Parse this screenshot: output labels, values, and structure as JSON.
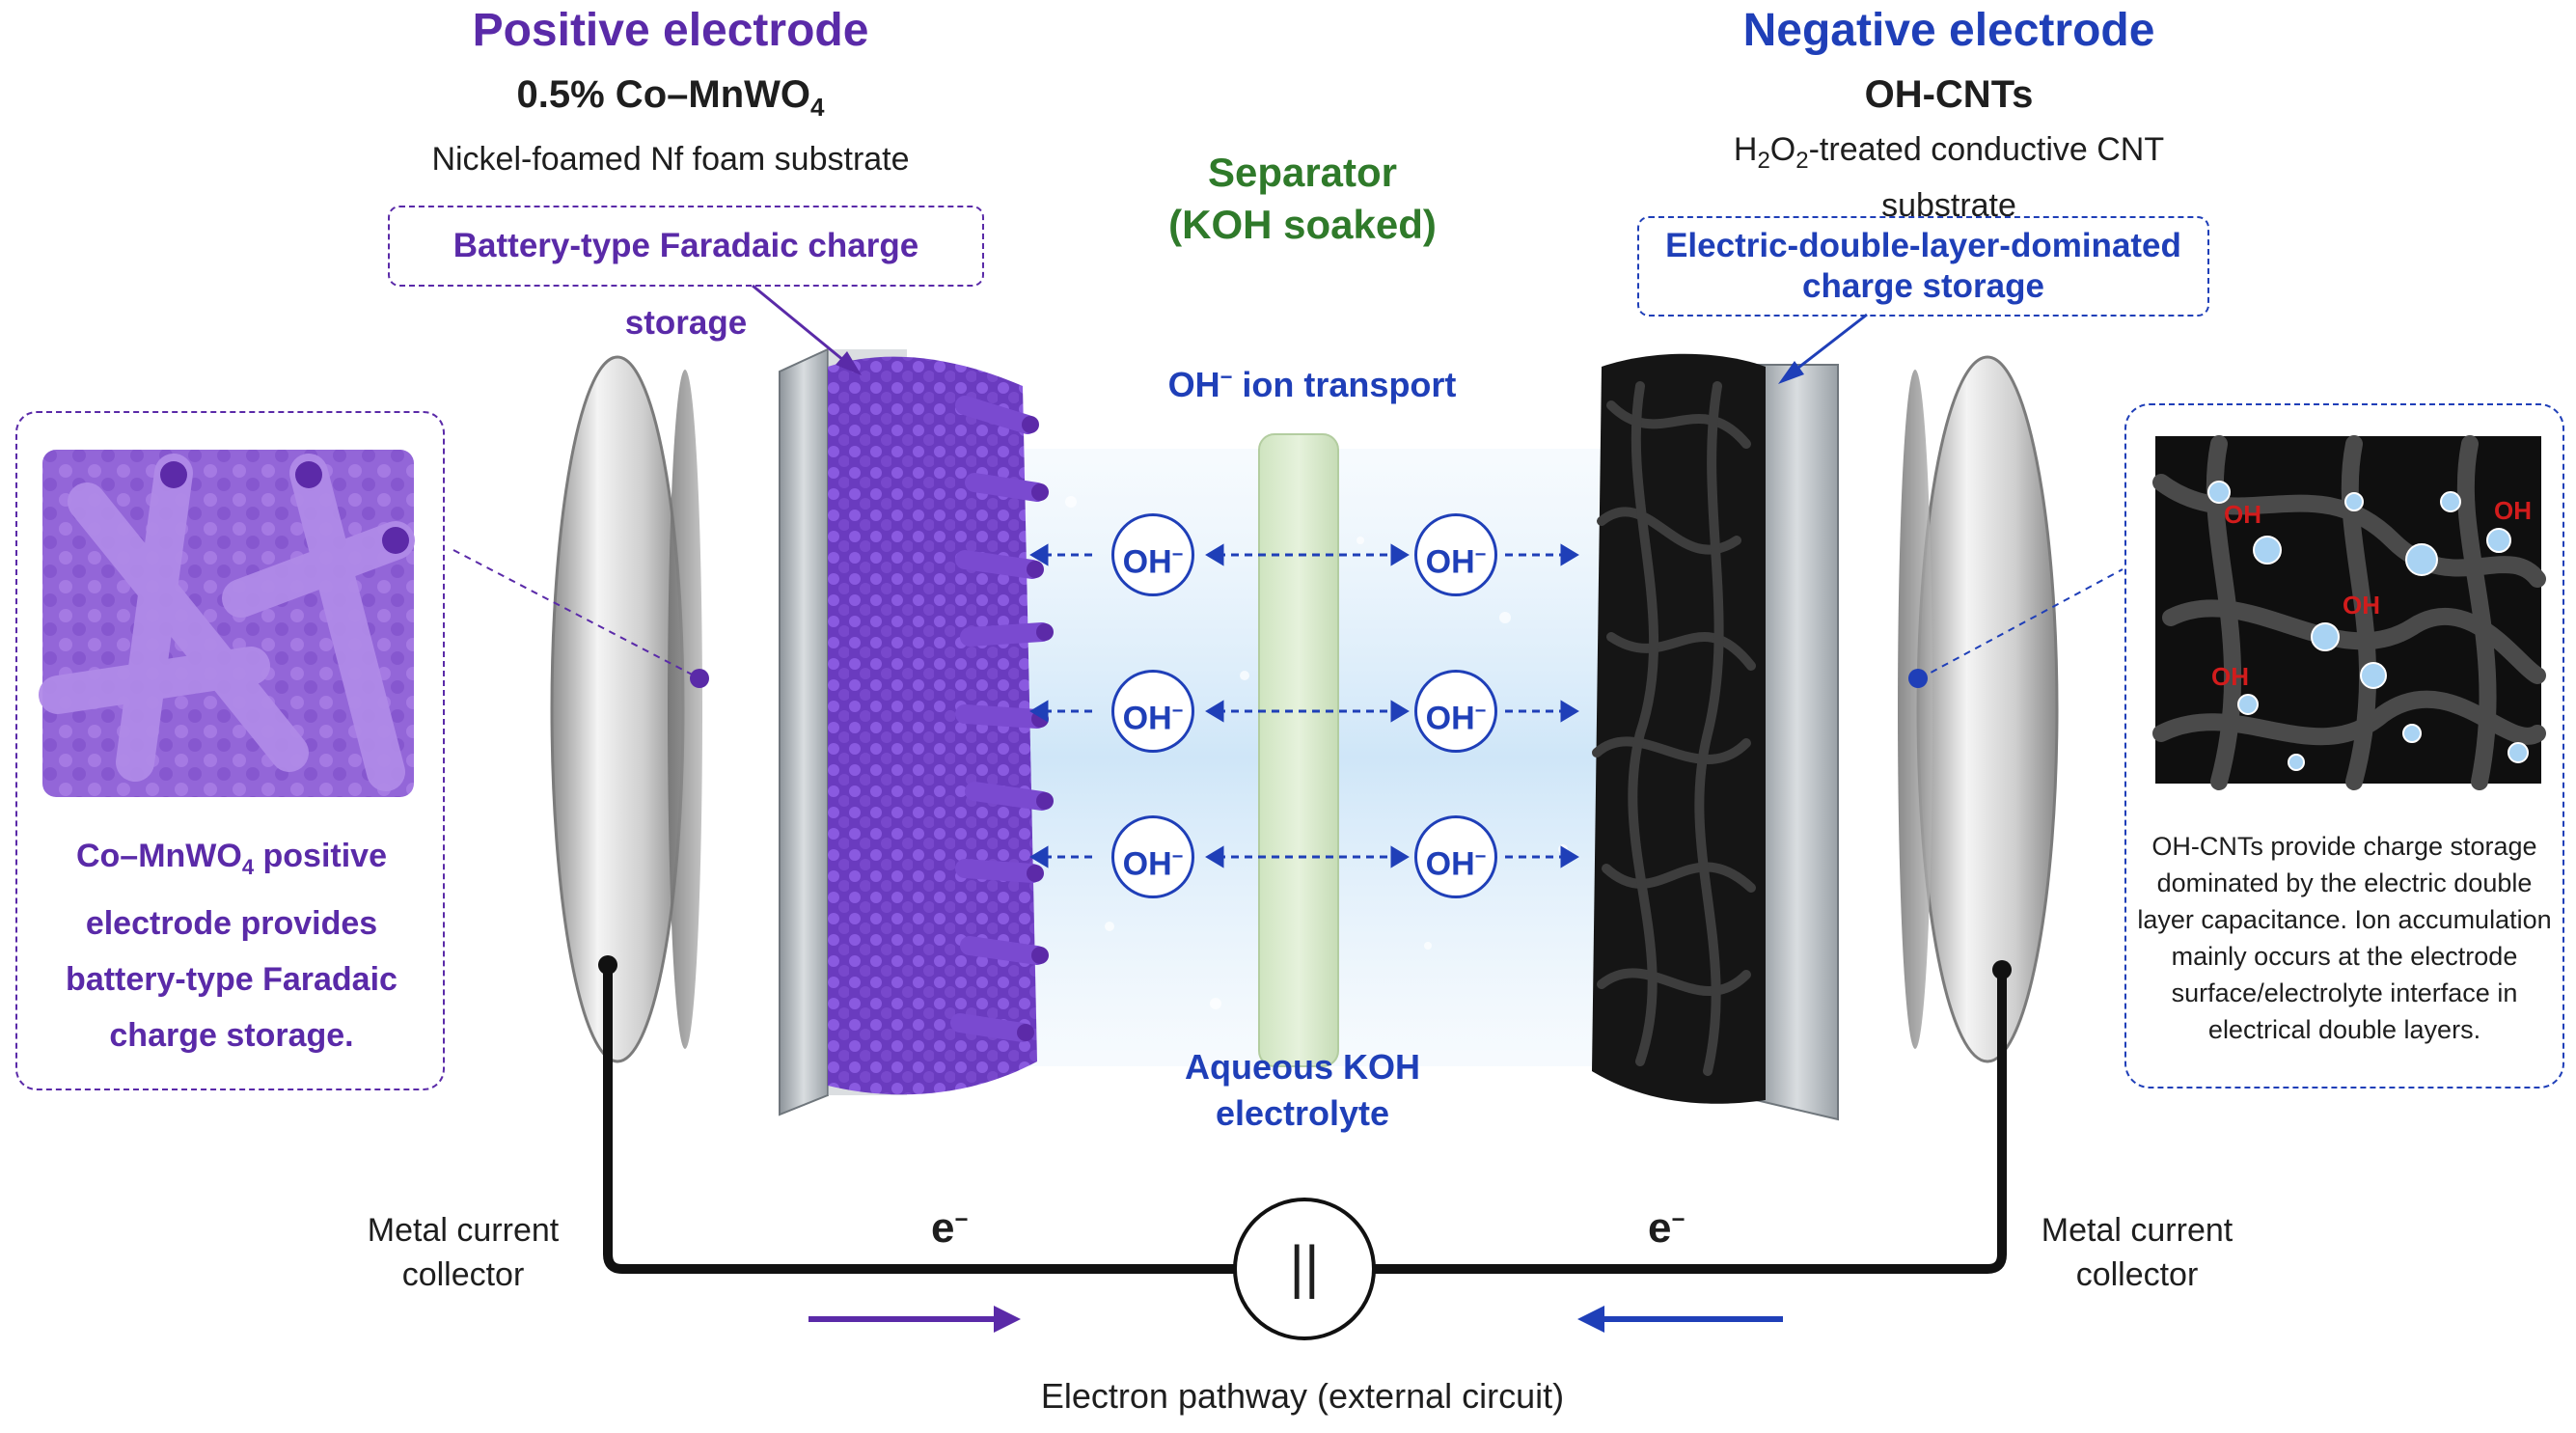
{
  "colors": {
    "positive": "#5a2aa8",
    "negative": "#1f3fb8",
    "separator": "#2f7a2a",
    "text": "#1e1e1e"
  },
  "positive": {
    "title": "Positive electrode",
    "material": "0.5% Co–MnWO",
    "material_sub": "4",
    "substrate": "Nickel-foamed Nf foam substrate",
    "mechanism": "Battery-type Faradaic charge storage",
    "callout_a": "Co–MnWO",
    "callout_sub": "4",
    "callout_b": " positive electrode provides battery-type Faradaic charge storage."
  },
  "negative": {
    "title": "Negative electrode",
    "material": "OH-CNTs",
    "substrate_a": "H",
    "substrate_sub1": "2",
    "substrate_b": "O",
    "substrate_sub2": "2",
    "substrate_c": "-treated conductive CNT substrate",
    "mechanism": "Electric-double-layer-dominated charge storage",
    "callout": "OH-CNTs provide charge storage dominated by the electric double layer capacitance. Ion accumulation mainly occurs at the electrode surface/electrolyte interface in electrical double layers.",
    "inset_labels": [
      "OH",
      "OH",
      "OH",
      "OH"
    ]
  },
  "separator": {
    "line1": "Separator",
    "line2": "(KOH soaked)"
  },
  "ion": {
    "base": "OH",
    "sup": "−",
    "transport": " ion transport"
  },
  "electrolyte": {
    "line1": "Aqueous KOH",
    "line2": "electrolyte"
  },
  "collector_left": {
    "line1": "Metal current",
    "line2": "collector"
  },
  "collector_right": {
    "line1": "Metal current",
    "line2": "collector"
  },
  "electron": {
    "base": "e",
    "sup": "−"
  },
  "circuit": {
    "label": "Electron pathway (external circuit)",
    "source_symbol": "||"
  }
}
